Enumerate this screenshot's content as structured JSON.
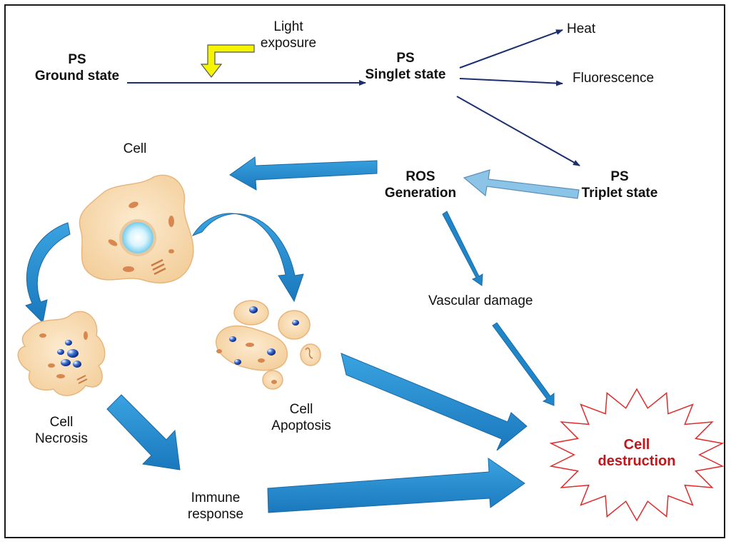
{
  "labels": {
    "ps_ground": [
      "PS",
      "Ground state"
    ],
    "light_exposure": [
      "Light",
      "exposure"
    ],
    "ps_singlet": [
      "PS",
      "Singlet state"
    ],
    "heat": "Heat",
    "fluorescence": "Fluorescence",
    "ps_triplet": [
      "PS",
      "Triplet state"
    ],
    "ros": [
      "ROS",
      "Generation"
    ],
    "cell": "Cell",
    "vascular_damage": "Vascular damage",
    "cell_necrosis": [
      "Cell",
      "Necrosis"
    ],
    "cell_apoptosis": [
      "Cell",
      "Apoptosis"
    ],
    "immune_response": [
      "Immune",
      "response"
    ],
    "cell_destruction": [
      "Cell",
      "destruction"
    ]
  },
  "colors": {
    "navy_arrow": "#1b2f6e",
    "blue_arrow": "#1f86c9",
    "light_blue_arrow": "#8cc4e8",
    "yellow_arrow": "#f5f500",
    "cell_fill": "#f9ddb3",
    "cell_organelle": "#d9874f",
    "nucleus": "#bfe9f7",
    "burst_outline": "#e22a2a",
    "destruction_text": "#c0171c"
  },
  "icons": [
    "yellow-bent-arrow-icon",
    "cell-icon",
    "necrotic-cell-icon",
    "apoptotic-cell-icon",
    "starburst-icon"
  ]
}
